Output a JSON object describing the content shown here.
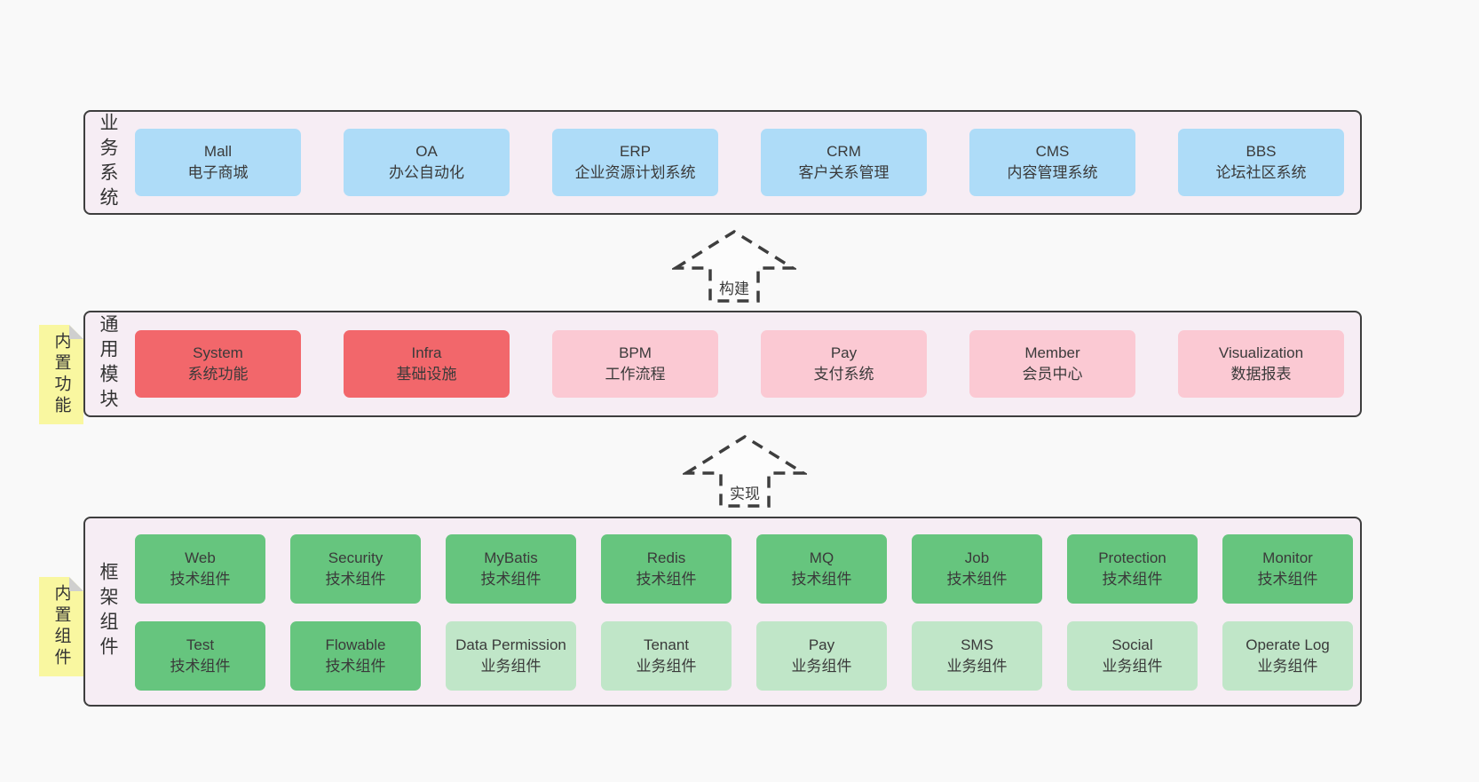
{
  "colors": {
    "page_bg": "#f9f9f9",
    "section_bg": "#f6edf4",
    "section_border": "#3e3e3e",
    "blue_box": "#aedcf8",
    "red_box": "#f2676b",
    "pink_box": "#fbc9d3",
    "green_box": "#66c57e",
    "light_green_box": "#c0e6c8",
    "note_bg": "#f9f7a0",
    "text": "#3a3a3a"
  },
  "sections": [
    {
      "label": "业务系统",
      "boxes": [
        {
          "title": "Mall",
          "subtitle": "电子商城"
        },
        {
          "title": "OA",
          "subtitle": "办公自动化"
        },
        {
          "title": "ERP",
          "subtitle": "企业资源计划系统"
        },
        {
          "title": "CRM",
          "subtitle": "客户关系管理"
        },
        {
          "title": "CMS",
          "subtitle": "内容管理系统"
        },
        {
          "title": "BBS",
          "subtitle": "论坛社区系统"
        }
      ]
    },
    {
      "label": "通用模块",
      "note": "内置功能",
      "boxes": [
        {
          "title": "System",
          "subtitle": "系统功能"
        },
        {
          "title": "Infra",
          "subtitle": "基础设施"
        },
        {
          "title": "BPM",
          "subtitle": "工作流程"
        },
        {
          "title": "Pay",
          "subtitle": "支付系统"
        },
        {
          "title": "Member",
          "subtitle": "会员中心"
        },
        {
          "title": "Visualization",
          "subtitle": "数据报表"
        }
      ]
    },
    {
      "label": "框架组件",
      "note": "内置组件",
      "boxes": [
        {
          "title": "Web",
          "subtitle": "技术组件"
        },
        {
          "title": "Security",
          "subtitle": "技术组件"
        },
        {
          "title": "MyBatis",
          "subtitle": "技术组件"
        },
        {
          "title": "Redis",
          "subtitle": "技术组件"
        },
        {
          "title": "MQ",
          "subtitle": "技术组件"
        },
        {
          "title": "Job",
          "subtitle": "技术组件"
        },
        {
          "title": "Protection",
          "subtitle": "技术组件"
        },
        {
          "title": "Monitor",
          "subtitle": "技术组件"
        },
        {
          "title": "Test",
          "subtitle": "技术组件"
        },
        {
          "title": "Flowable",
          "subtitle": "技术组件"
        },
        {
          "title": "Data Permission",
          "subtitle": "业务组件"
        },
        {
          "title": "Tenant",
          "subtitle": "业务组件"
        },
        {
          "title": "Pay",
          "subtitle": "业务组件"
        },
        {
          "title": "SMS",
          "subtitle": "业务组件"
        },
        {
          "title": "Social",
          "subtitle": "业务组件"
        },
        {
          "title": "Operate Log",
          "subtitle": "业务组件"
        }
      ]
    }
  ],
  "arrows": [
    {
      "label": "构建"
    },
    {
      "label": "实现"
    }
  ]
}
